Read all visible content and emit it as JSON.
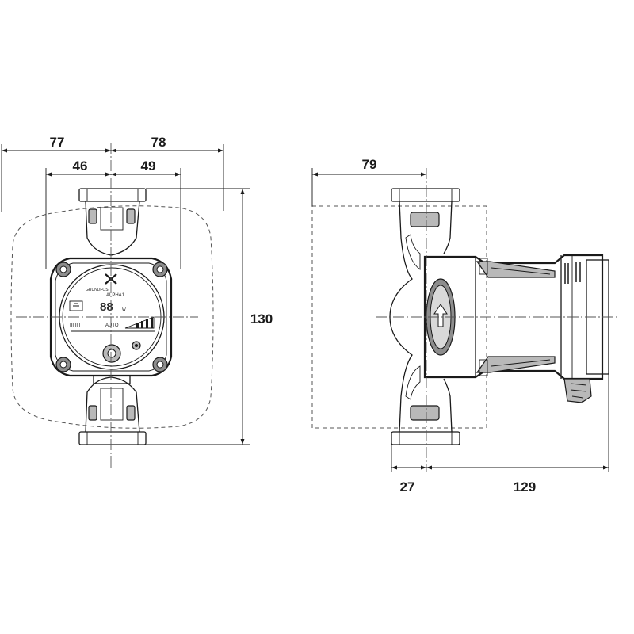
{
  "front_view": {
    "dimensions": {
      "left_outer": "77",
      "right_outer": "78",
      "left_inner": "46",
      "right_inner": "49",
      "height": "130"
    },
    "face_labels": {
      "brand": "GRUNDFOS",
      "model": "ALPHA1",
      "display_digits": "88",
      "display_unit": "W",
      "auto_label": "AUTO",
      "speed_marks": "III II I"
    }
  },
  "side_view": {
    "dimensions": {
      "top_width": "79",
      "bottom_left": "27",
      "bottom_right": "129"
    }
  }
}
